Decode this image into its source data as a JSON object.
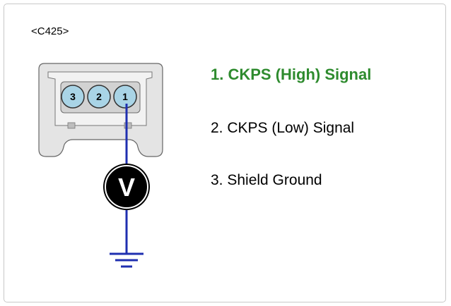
{
  "connector": {
    "id_label": "<C425>",
    "pins": [
      {
        "number": "3"
      },
      {
        "number": "2"
      },
      {
        "number": "1"
      }
    ]
  },
  "meter": {
    "letter": "V",
    "icon": "voltmeter-icon"
  },
  "ground": {
    "icon": "ground-symbol-icon"
  },
  "legend": {
    "items": [
      {
        "label": "1. CKPS (High) Signal",
        "highlight": true
      },
      {
        "label": "2. CKPS (Low) Signal",
        "highlight": false
      },
      {
        "label": "3. Shield Ground",
        "highlight": false
      }
    ]
  },
  "colors": {
    "highlight_text": "#2e8b2e",
    "wire": "#1f2fb0",
    "pin_fill": "#a9d4e6",
    "connector_fill": "#e4e4e4",
    "meter_fill": "#000000"
  }
}
